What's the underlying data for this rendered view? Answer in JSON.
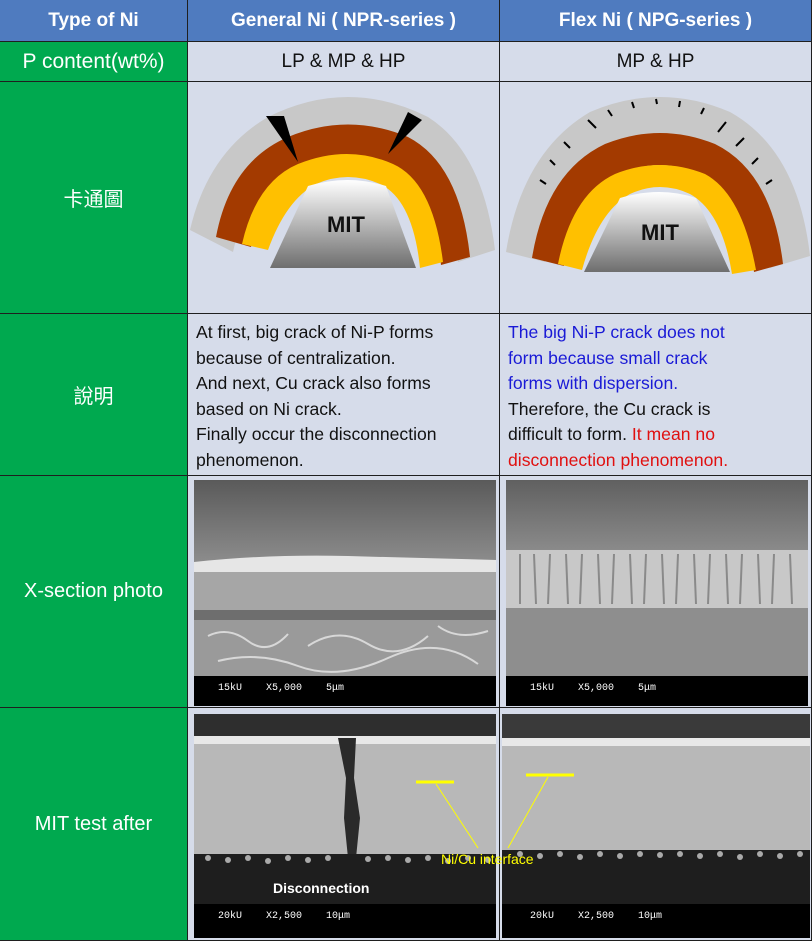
{
  "header": {
    "col1": "Type of Ni",
    "col2": "General Ni ( NPR-series )",
    "col3": "Flex Ni ( NPG-series )"
  },
  "rows": {
    "p_content": {
      "label": "P content(wt%)",
      "general": "LP & MP & HP",
      "flex": "MP & HP"
    },
    "cartoon": {
      "label": "卡通圖",
      "mit_left": "MIT",
      "mit_right": "MIT"
    },
    "explanation": {
      "label": "說明",
      "general_lines": [
        "At first, big crack of Ni-P forms",
        "because of centralization.",
        "And  next, Cu crack also forms",
        "based on Ni crack.",
        "Finally occur the disconnection",
        "phenomenon."
      ],
      "flex_blue_lines": [
        "The big Ni-P crack does not",
        "form because small  crack",
        "forms with dispersion."
      ],
      "flex_black_1": "Therefore, the Cu crack is",
      "flex_black_2": "difficult to form. ",
      "flex_red_1": "It mean no",
      "flex_red_2": "disconnection phenomenon."
    },
    "xsection": {
      "label": "X-section photo",
      "left_scale": "15kU    X5,000    5μm",
      "right_scale": "15kU    X5,000    5μm"
    },
    "mit_after": {
      "label": "MIT test after",
      "left_scale": "20kU    X2,500    10μm",
      "right_scale": "20kU    X2,500    10μm",
      "disconnection": "Disconnection",
      "interface": "Ni/Cu interface"
    }
  },
  "colors": {
    "header_blue": "#4f7bbf",
    "label_green": "#00a94f",
    "body_grey": "#d6dcea",
    "cu_brown": "#a33a00",
    "ni_yellow": "#ffc000",
    "annotation_yellow": "#ffff00"
  }
}
